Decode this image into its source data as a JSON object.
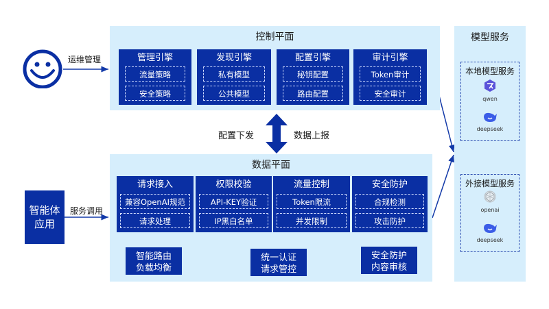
{
  "actors": {
    "ops": {
      "icon": "smiley-face-icon",
      "edge_label": "运维管理"
    },
    "agent_app": {
      "label_line1": "智能体",
      "label_line2": "应用",
      "edge_label": "服务调用"
    }
  },
  "control_plane": {
    "title": "控制平面",
    "blocks": [
      {
        "title": "管理引擎",
        "items": [
          "流量策略",
          "安全策略"
        ]
      },
      {
        "title": "发现引擎",
        "items": [
          "私有模型",
          "公共模型"
        ]
      },
      {
        "title": "配置引擎",
        "items": [
          "秘钥配置",
          "路由配置"
        ]
      },
      {
        "title": "审计引擎",
        "items": [
          "Token审计",
          "安全审计"
        ]
      }
    ]
  },
  "link": {
    "left_label": "配置下发",
    "right_label": "数据上报"
  },
  "data_plane": {
    "title": "数据平面",
    "blocks": [
      {
        "title": "请求接入",
        "items": [
          "兼容OpenAI规范",
          "请求处理"
        ]
      },
      {
        "title": "权限校验",
        "items": [
          "API-KEY验证",
          "IP黑白名单"
        ]
      },
      {
        "title": "流量控制",
        "items": [
          "Token限流",
          "并发限制"
        ]
      },
      {
        "title": "安全防护",
        "items": [
          "合规检测",
          "攻击防护"
        ]
      }
    ],
    "summaries": [
      {
        "line1": "智能路由",
        "line2": "负载均衡"
      },
      {
        "line1": "统一认证",
        "line2": "请求管控"
      },
      {
        "line1": "安全防护",
        "line2": "内容审核"
      }
    ]
  },
  "model_services": {
    "title": "模型服务",
    "groups": [
      {
        "title": "本地模型服务",
        "models": [
          {
            "name": "qwen",
            "icon": "qwen-logo-icon"
          },
          {
            "name": "deepseek",
            "icon": "deepseek-whale-icon"
          }
        ]
      },
      {
        "title": "外接模型服务",
        "models": [
          {
            "name": "openai",
            "icon": "openai-logo-icon"
          },
          {
            "name": "deepseek",
            "icon": "deepseek-whale-icon"
          }
        ]
      }
    ]
  },
  "colors": {
    "primary": "#0a2fa3",
    "panel_bg": "#d6eefc",
    "arrow": "#1239a8"
  }
}
